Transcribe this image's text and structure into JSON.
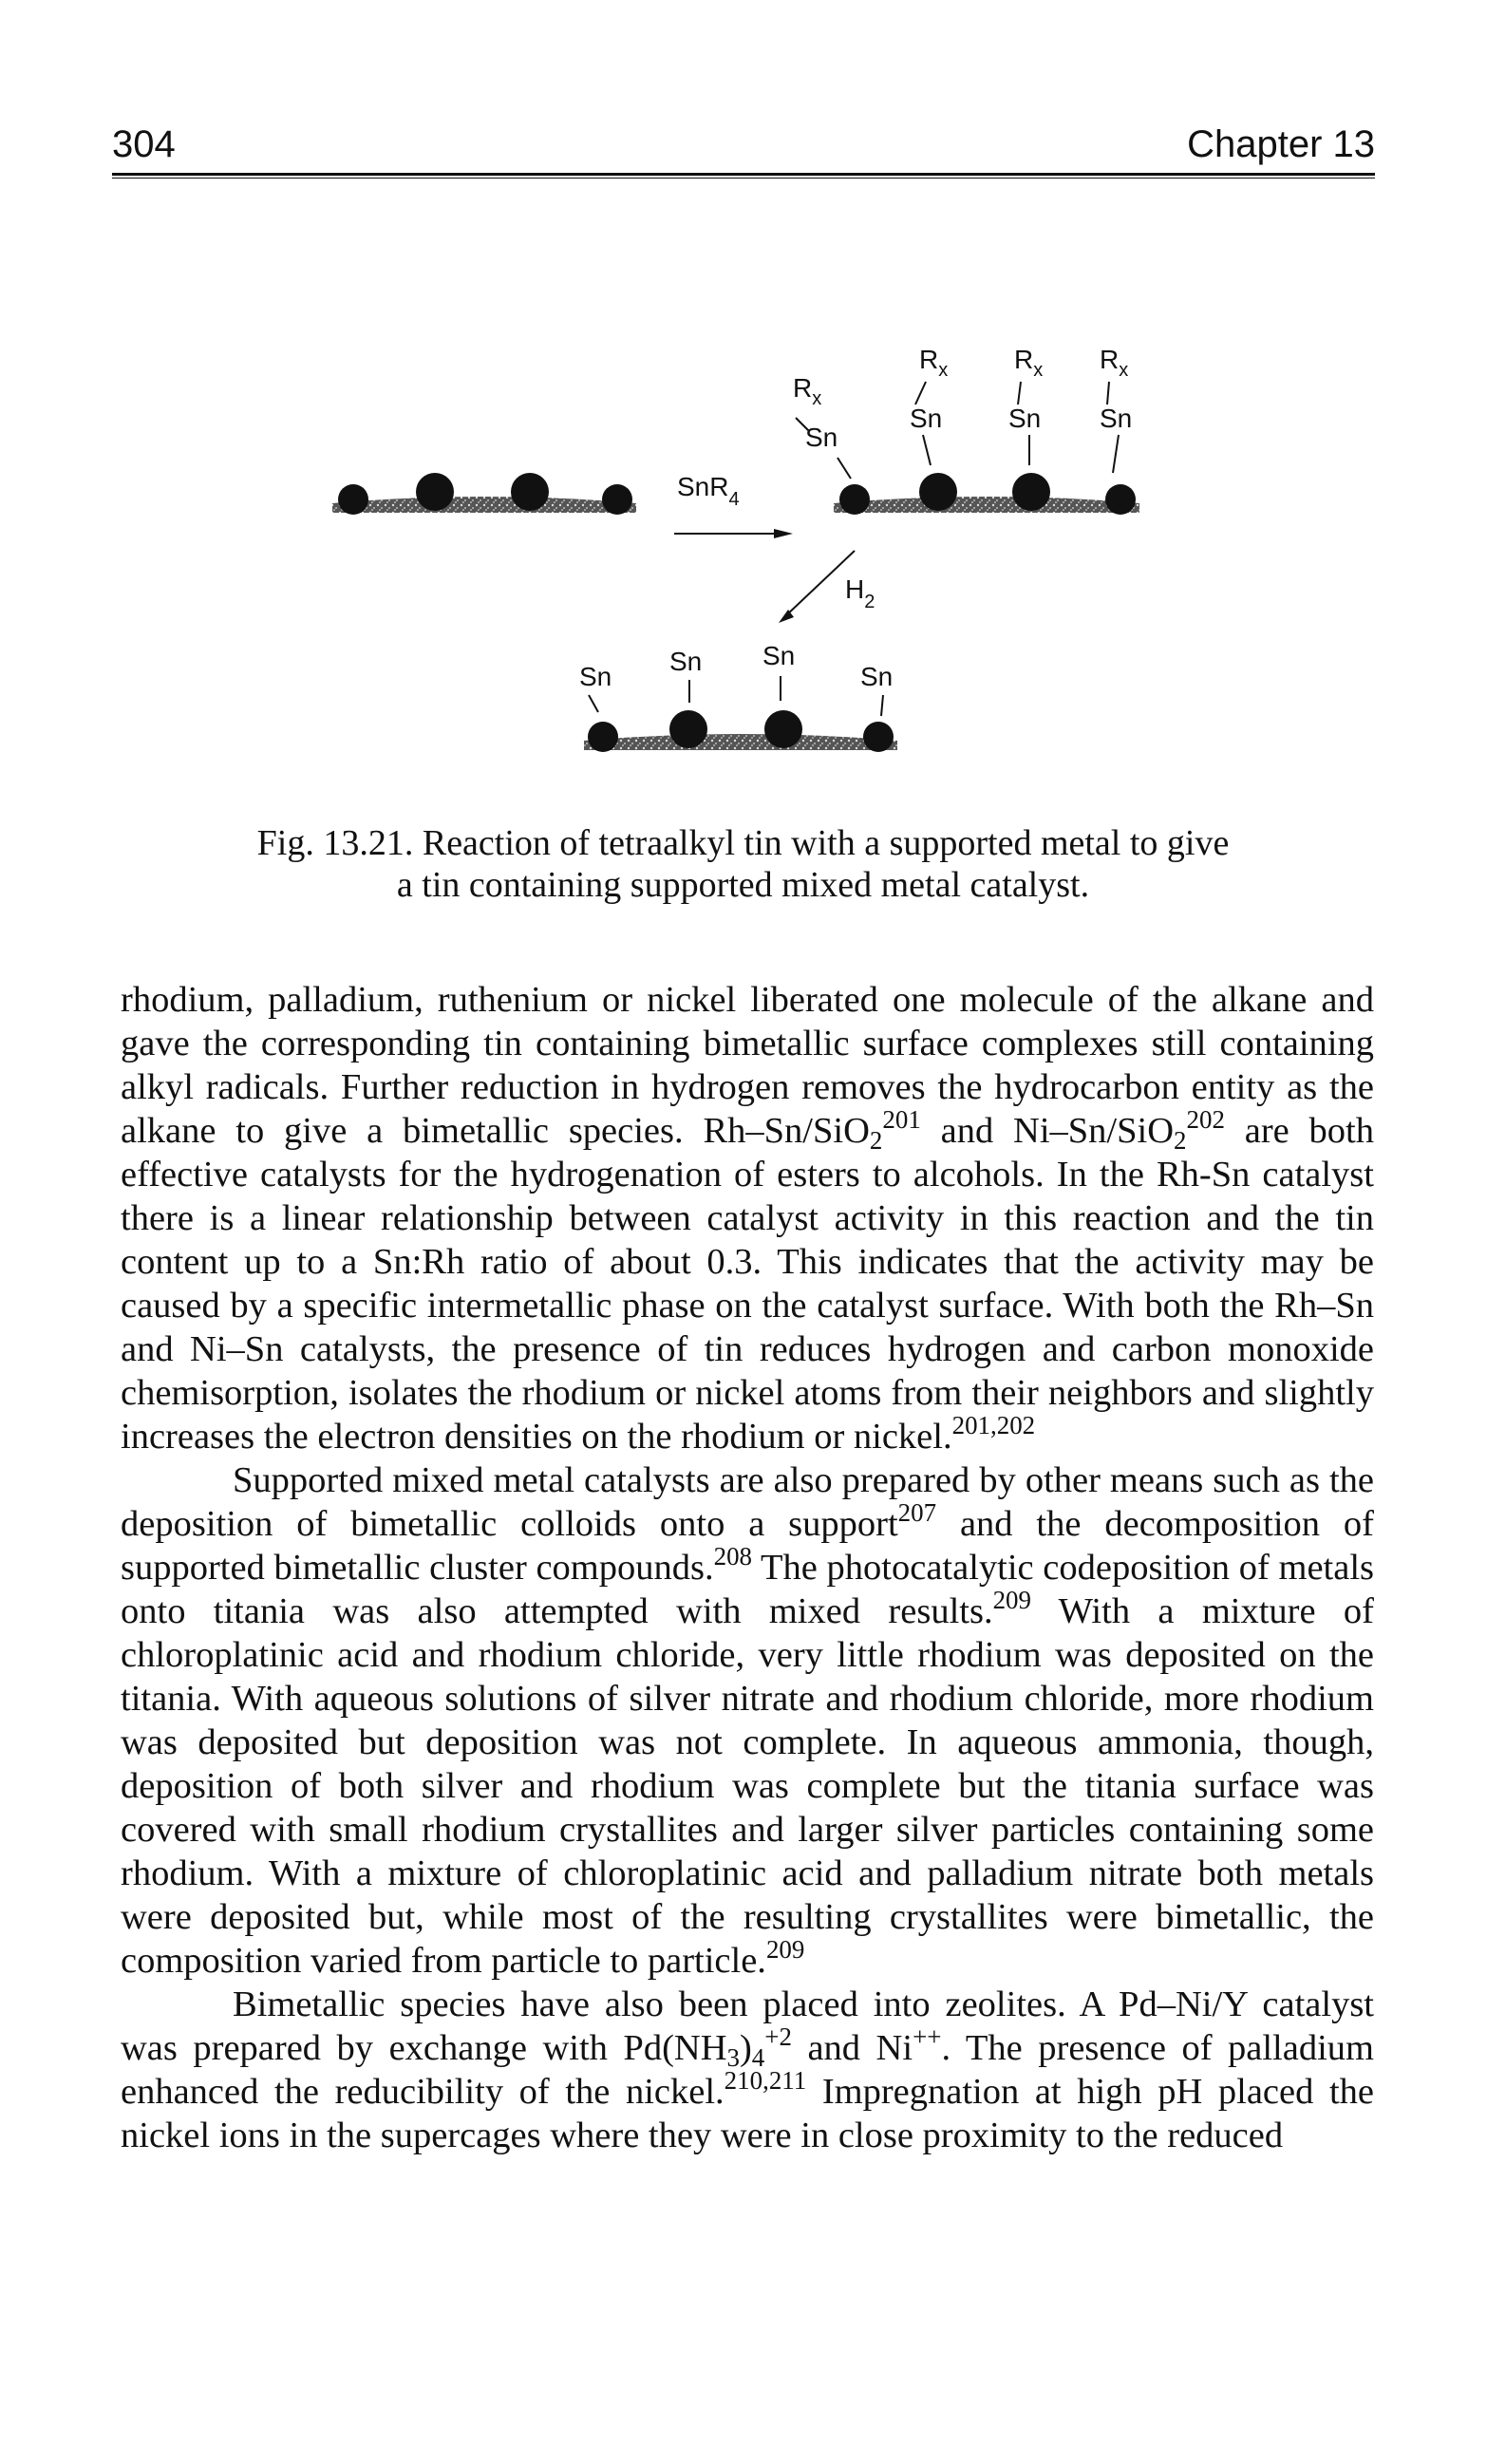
{
  "header": {
    "page_number": "304",
    "chapter": "Chapter 13"
  },
  "figure": {
    "reagent": "SnR",
    "reagent_sub": "4",
    "h2_label": "H",
    "h2_sub": "2",
    "rx_label": "R",
    "rx_sub": "x",
    "sn_label": "Sn"
  },
  "caption": {
    "line1": "Fig. 13.21. Reaction of tetraalkyl tin with a supported metal to give",
    "line2": "a tin containing supported mixed metal catalyst."
  },
  "p1": {
    "t1": "rhodium, palladium, ruthenium or nickel liberated one molecule of the alkane and gave the corresponding tin containing bimetallic surface complexes still containing alkyl radicals. Further reduction in hydrogen removes the hydrocarbon entity as the alkane to give a bimetallic species. Rh–Sn/SiO",
    "s1": "2",
    "r1": "201",
    "t2": " and Ni–Sn/SiO",
    "s2": "2",
    "r2": "202",
    "t3": " are both effective catalysts for the hydrogenation of esters to alcohols. In the Rh-Sn catalyst there is a linear relationship between catalyst activity in this reaction and the tin content up to a Sn:Rh ratio of about 0.3. This indicates that the activity may be caused by a specific intermetallic phase on the catalyst surface. With both the Rh–Sn and Ni–Sn catalysts, the presence of tin reduces hydrogen and carbon monoxide chemisorption, isolates the rhodium or nickel atoms from their neighbors and slightly increases the electron densities on the rhodium or nickel.",
    "r3": "201,202"
  },
  "p2": {
    "t1": "Supported mixed metal catalysts are also prepared by other means such as the deposition of bimetallic colloids onto a support",
    "r1": "207",
    "t2": " and the decomposition of supported bimetallic cluster compounds.",
    "r2": "208",
    "t3": " The photocatalytic codeposition of metals onto titania was also attempted with mixed results.",
    "r3": "209",
    "t4": " With a mixture of chloroplatinic acid and rhodium chloride, very little rhodium was deposited on the titania. With aqueous solutions of silver nitrate and rhodium chloride, more rhodium was deposited but deposition was not complete. In aqueous ammonia, though, deposition of both silver and rhodium was complete but the titania surface was covered with small rhodium crystallites and larger silver particles containing some rhodium. With a mixture of chloroplatinic acid and palladium nitrate both metals were deposited but, while most of the resulting crystallites were bimetallic, the composition varied from particle to particle.",
    "r4": "209"
  },
  "p3": {
    "t1": "Bimetallic species have also been placed into zeolites. A Pd–Ni/Y catalyst was prepared by exchange with Pd(NH",
    "s1": "3",
    "t2": ")",
    "s2": "4",
    "sup1": "+2",
    "t3": " and Ni",
    "sup2": "++",
    "t4": ". The presence of palladium enhanced the reducibility of the nickel.",
    "r1": "210,211",
    "t5": " Impregnation at high pH placed the nickel ions in the supercages where they were in close proximity to the reduced"
  }
}
